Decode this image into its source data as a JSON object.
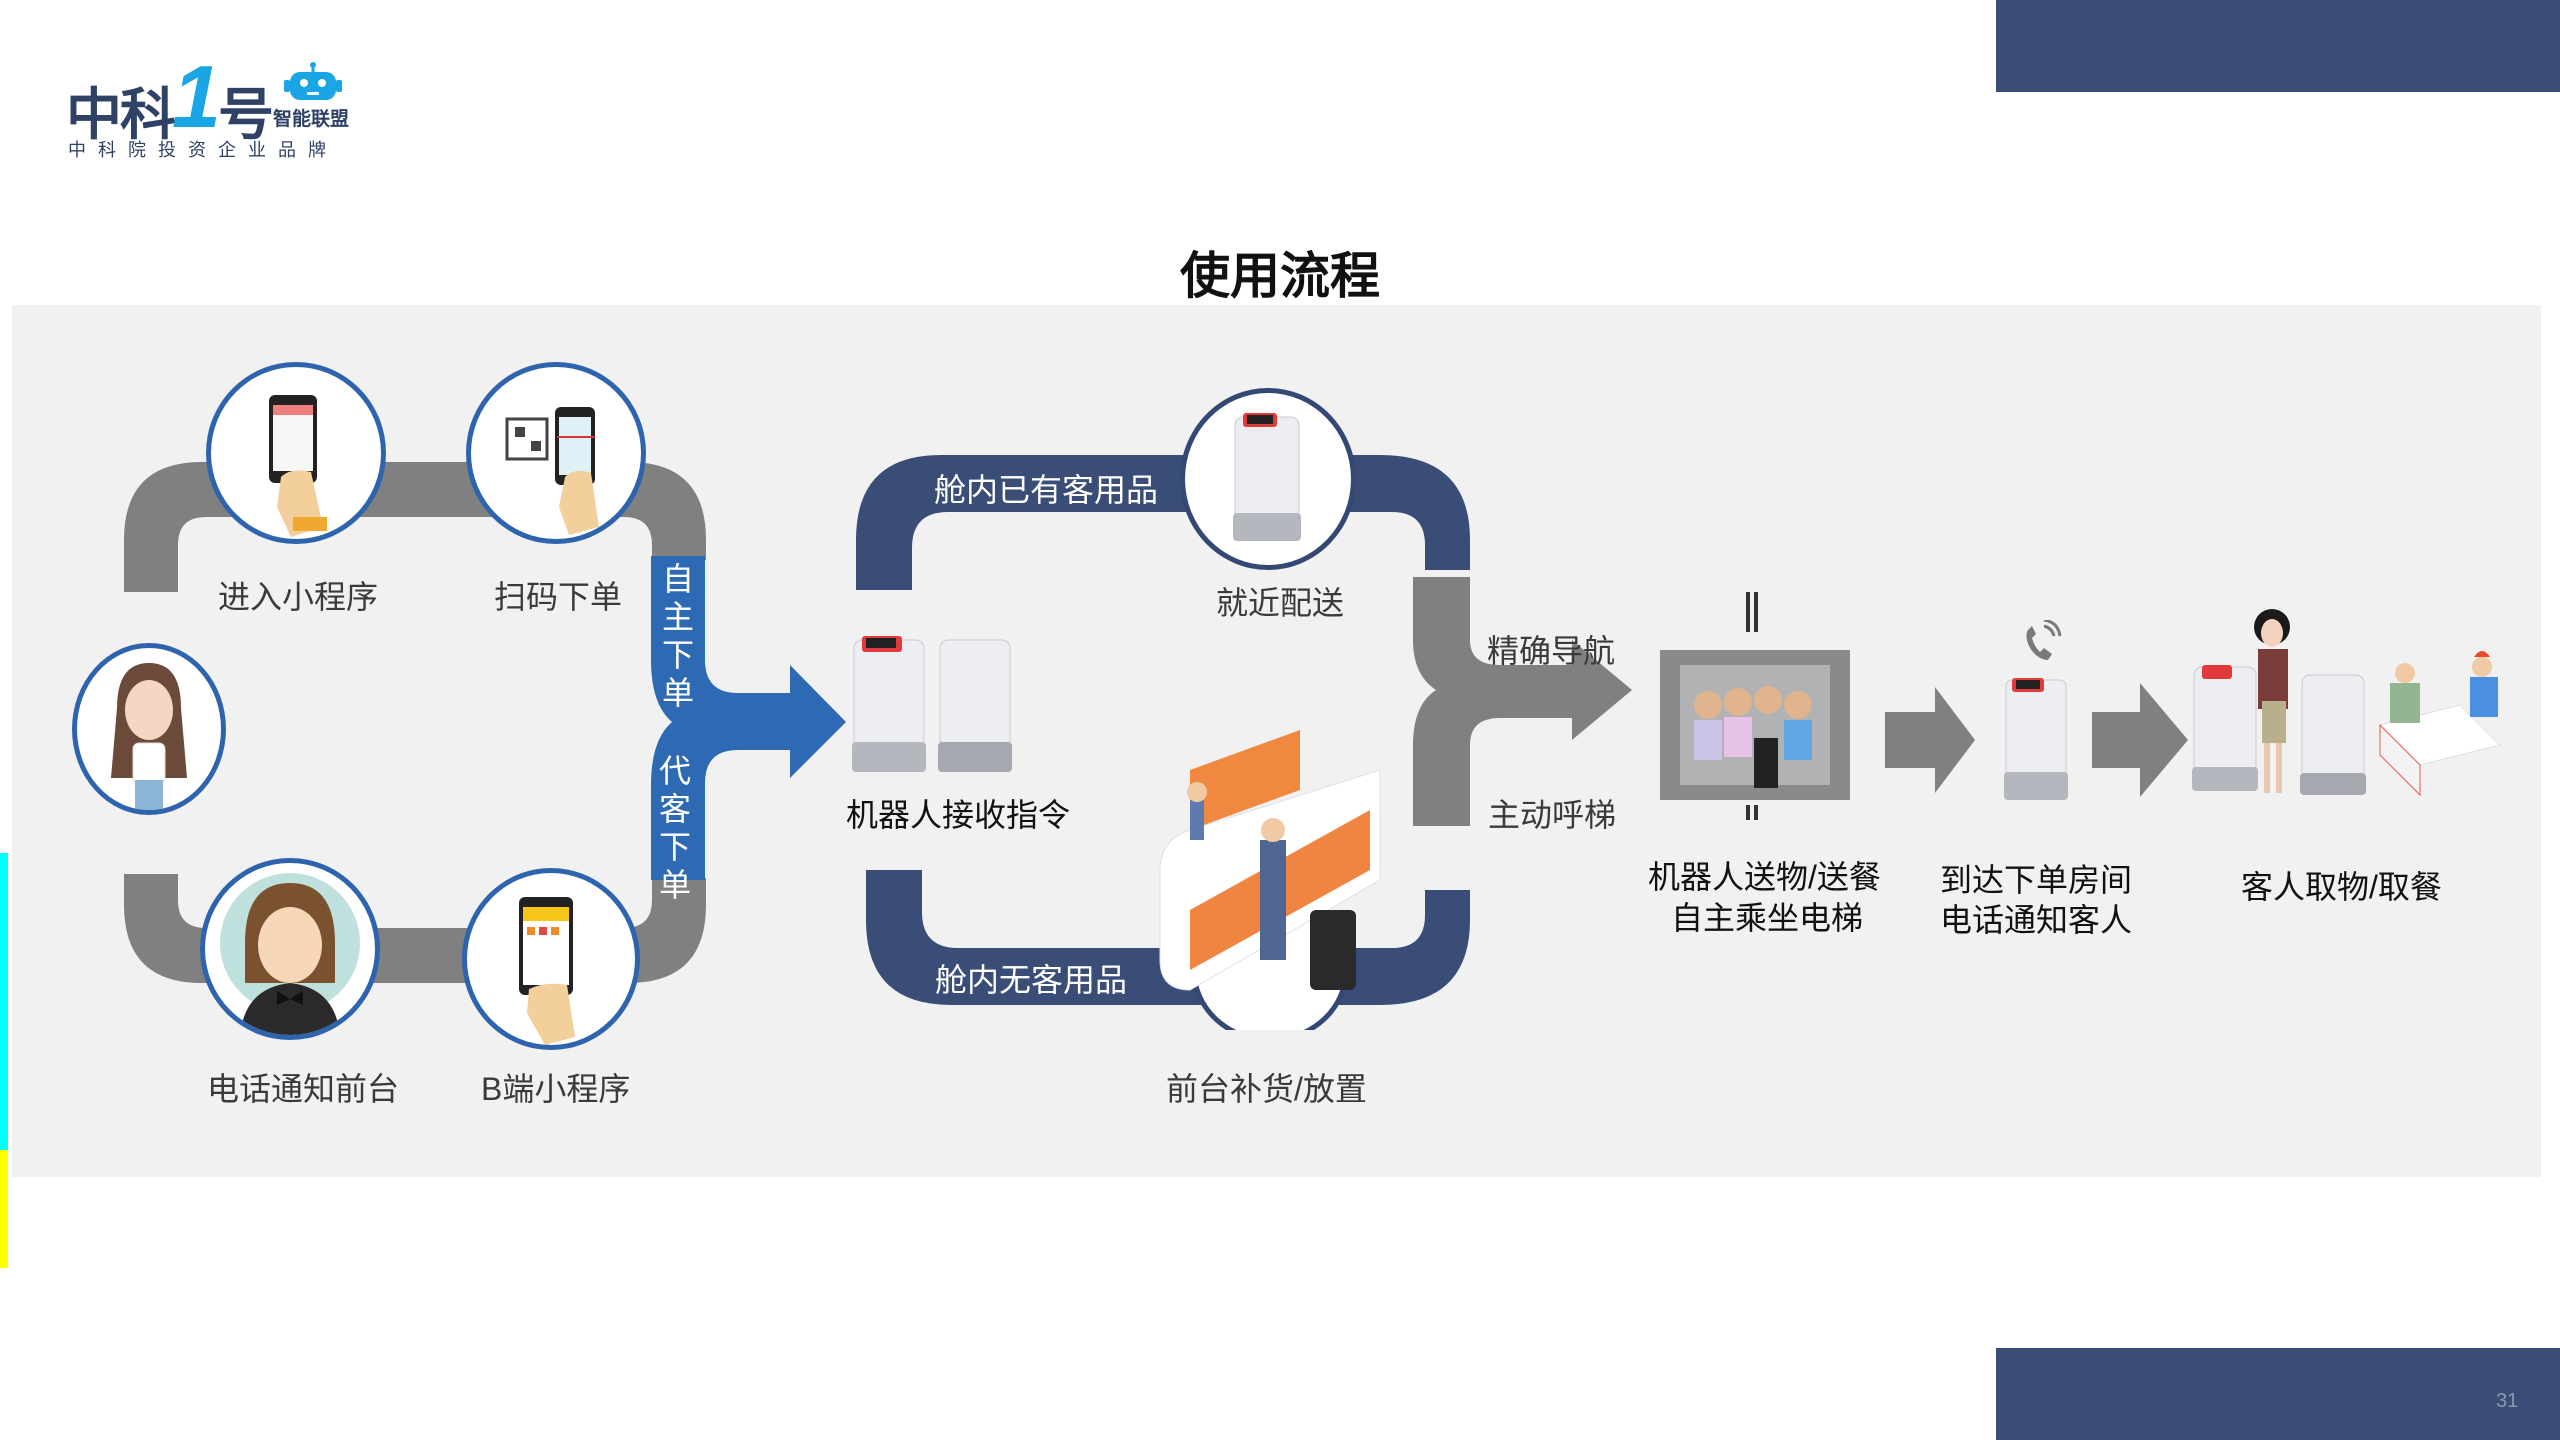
{
  "logo": {
    "brand_main": "中科",
    "brand_number": "1",
    "brand_suffix": "号",
    "alliance": "智能联盟",
    "tagline": "中科院投资企业品牌"
  },
  "page": {
    "title": "使用流程",
    "number": "31"
  },
  "colors": {
    "navy": "#3a4d77",
    "blue": "#2e6ab4",
    "pipe_gray": "#808080",
    "panel_bg": "#f1f1f1",
    "circle_border": "#2e64ae"
  },
  "flow": {
    "order_sources": {
      "self_order": {
        "label": "自主下单",
        "steps": [
          {
            "label": "进入小程序",
            "icon": "phone-in-hand-icon"
          },
          {
            "label": "扫码下单",
            "icon": "qr-scan-phone-icon"
          }
        ]
      },
      "proxy_order": {
        "label": "代客下单",
        "steps": [
          {
            "label": "电话通知前台",
            "icon": "receptionist-avatar-icon"
          },
          {
            "label": "B端小程序",
            "icon": "b-end-app-phone-icon"
          }
        ]
      },
      "guest_icon": "guest-woman-avatar-icon"
    },
    "receive": {
      "label": "机器人接收指令",
      "icon": "delivery-robots-icon"
    },
    "branches": [
      {
        "path_label": "舱内已有客用品",
        "step_label": "就近配送",
        "icon": "robot-icon"
      },
      {
        "path_label": "舱内无客用品",
        "step_label": "前台补货/放置",
        "icon": "front-desk-icon"
      }
    ],
    "navigation": {
      "labels": [
        "精确导航",
        "主动呼梯"
      ]
    },
    "elevator": {
      "label_lines": [
        "机器人送物/送餐",
        "自主乘坐电梯"
      ],
      "icon": "elevator-icon"
    },
    "arrive": {
      "label_lines": [
        "到达下单房间",
        "电话通知客人"
      ],
      "icon": "phone-ringing-icon"
    },
    "pickup": {
      "label": "客人取物/取餐",
      "icon": "guest-dining-icon"
    }
  }
}
